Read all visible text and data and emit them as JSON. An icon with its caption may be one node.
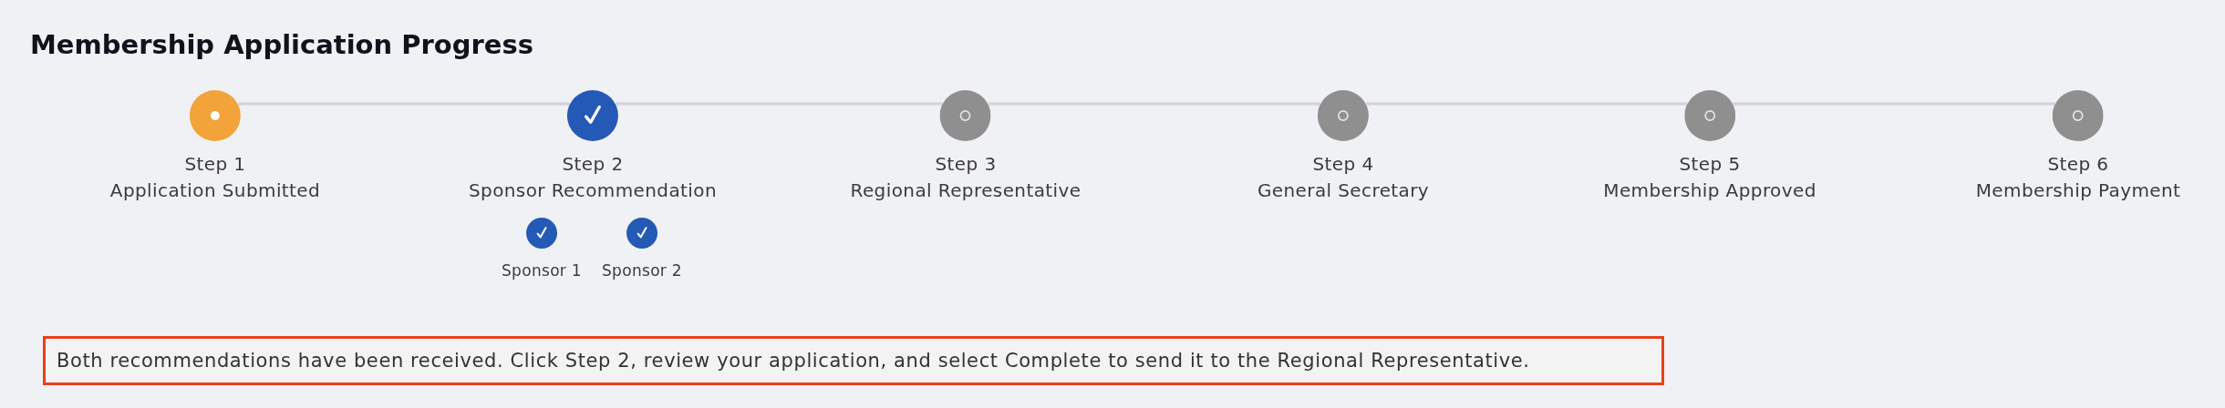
{
  "diagram": {
    "title": "Membership Application Progress",
    "nodes": [
      {
        "text": [
          "Step 1",
          "Application Submitted"
        ]
      },
      {
        "text": [
          "Step 2",
          "Sponsor Recommendation"
        ]
      },
      {
        "text": [
          "Step 3",
          "Regional Representative"
        ]
      },
      {
        "text": [
          "Step 4",
          "General Secretary"
        ]
      },
      {
        "text": [
          "Step 5",
          "Membership Approved"
        ]
      },
      {
        "text": [
          "Step 6",
          "Membership Payment"
        ]
      },
      {
        "text": [
          "Sponsor 1"
        ]
      },
      {
        "text": [
          "Sponsor 2"
        ]
      },
      {
        "text": [
          "Both recommendations have been received. Click Step 2, review your application, and select Complete to send it to the Regional Representative."
        ]
      }
    ],
    "edges": [
      {
        "from": 0,
        "to": 1,
        "arrow": "none"
      },
      {
        "from": 1,
        "to": 2,
        "arrow": "none"
      },
      {
        "from": 2,
        "to": 3,
        "arrow": "none"
      },
      {
        "from": 3,
        "to": 4,
        "arrow": "none"
      },
      {
        "from": 4,
        "to": 5,
        "arrow": "none"
      }
    ]
  }
}
